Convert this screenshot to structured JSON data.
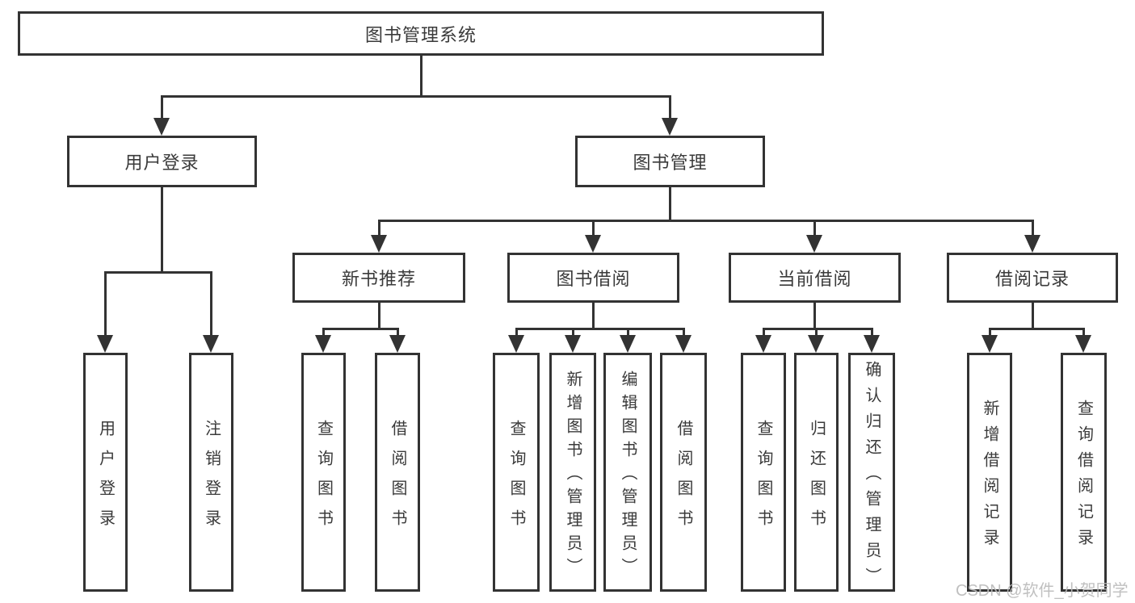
{
  "colors": {
    "background": "#ffffff",
    "line": "#333333",
    "box_border": "#333333",
    "text": "#3a3a3a",
    "watermark": "#bbbbbb"
  },
  "diagram": {
    "type": "hierarchy-tree",
    "title": "图书管理系统",
    "nodes": {
      "root": {
        "label": "图书管理系统",
        "level": 1,
        "parent": null
      },
      "user_login": {
        "label": "用户登录",
        "level": 2,
        "parent": "root"
      },
      "book_management": {
        "label": "图书管理",
        "level": 2,
        "parent": "root"
      },
      "new_book_recommend": {
        "label": "新书推荐",
        "level": 3,
        "parent": "book_management"
      },
      "book_borrowing": {
        "label": "图书借阅",
        "level": 3,
        "parent": "book_management"
      },
      "current_borrowing": {
        "label": "当前借阅",
        "level": 3,
        "parent": "book_management"
      },
      "borrowing_records": {
        "label": "借阅记录",
        "level": 3,
        "parent": "book_management"
      },
      "leaf_user_login": {
        "label": "用户登录",
        "level": 4,
        "parent": "user_login"
      },
      "leaf_logout": {
        "label": "注销登录",
        "level": 4,
        "parent": "user_login"
      },
      "leaf_query_book_1": {
        "label": "查询图书",
        "level": 4,
        "parent": "new_book_recommend"
      },
      "leaf_borrow_book_1": {
        "label": "借阅图书",
        "level": 4,
        "parent": "new_book_recommend"
      },
      "leaf_query_book_2": {
        "label": "查询图书",
        "level": 4,
        "parent": "book_borrowing"
      },
      "leaf_add_book": {
        "label": "新增图书（管理员）",
        "level": 4,
        "parent": "book_borrowing"
      },
      "leaf_edit_book": {
        "label": "编辑图书（管理员）",
        "level": 4,
        "parent": "book_borrowing"
      },
      "leaf_borrow_book_2": {
        "label": "借阅图书",
        "level": 4,
        "parent": "book_borrowing"
      },
      "leaf_query_book_3": {
        "label": "查询图书",
        "level": 4,
        "parent": "current_borrowing"
      },
      "leaf_return_book": {
        "label": "归还图书",
        "level": 4,
        "parent": "current_borrowing"
      },
      "leaf_confirm_return": {
        "label": "确认归还（管理员）",
        "level": 4,
        "parent": "current_borrowing"
      },
      "leaf_add_record": {
        "label": "新增借阅记录",
        "level": 4,
        "parent": "borrowing_records"
      },
      "leaf_query_record": {
        "label": "查询借阅记录",
        "level": 4,
        "parent": "borrowing_records"
      }
    }
  },
  "watermark": {
    "text": "CSDN @软件_小贺同学"
  }
}
